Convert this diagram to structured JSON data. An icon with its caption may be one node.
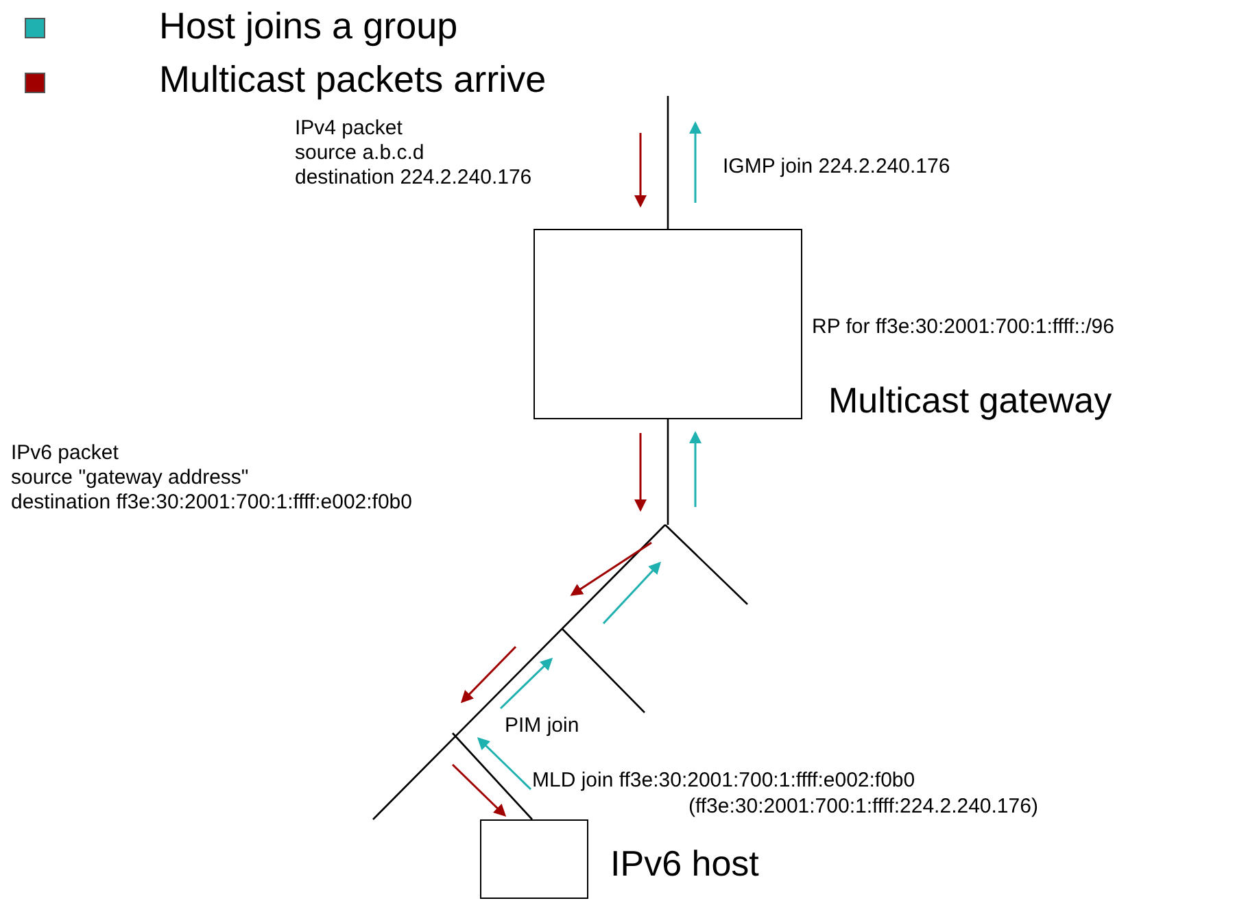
{
  "diagram": {
    "nodes": [
      {
        "text": [],
        "shape": "box",
        "beside": [
          "RP for ff3e:30:2001:700:1:ffff::/96",
          "Multicast gateway"
        ]
      },
      {
        "text": [],
        "shape": "box",
        "beside": [
          "IPv6 host"
        ]
      }
    ],
    "edges": [
      {
        "from": null,
        "to": 0,
        "arrow": "none"
      },
      {
        "from": 0,
        "to": null,
        "arrow": "none"
      },
      {
        "from": null,
        "to": 1,
        "arrow": "none"
      }
    ],
    "labels": [
      "IPv4 packet",
      "source a.b.c.d",
      "destination 224.2.240.176",
      "IGMP join 224.2.240.176",
      "IPv6 packet",
      "source \"gateway address\"",
      "destination ff3e:30:2001:700:1:ffff:e002:f0b0",
      "PIM join",
      "MLD join ff3e:30:2001:700:1:ffff:e002:f0b0",
      "(ff3e:30:2001:700:1:ffff:224.2.240.176)"
    ],
    "legend": [
      {
        "text": "Host joins a group",
        "color": "#1fb0b0"
      },
      {
        "text": "Multicast packets arrive",
        "color": "#a00000"
      }
    ]
  }
}
